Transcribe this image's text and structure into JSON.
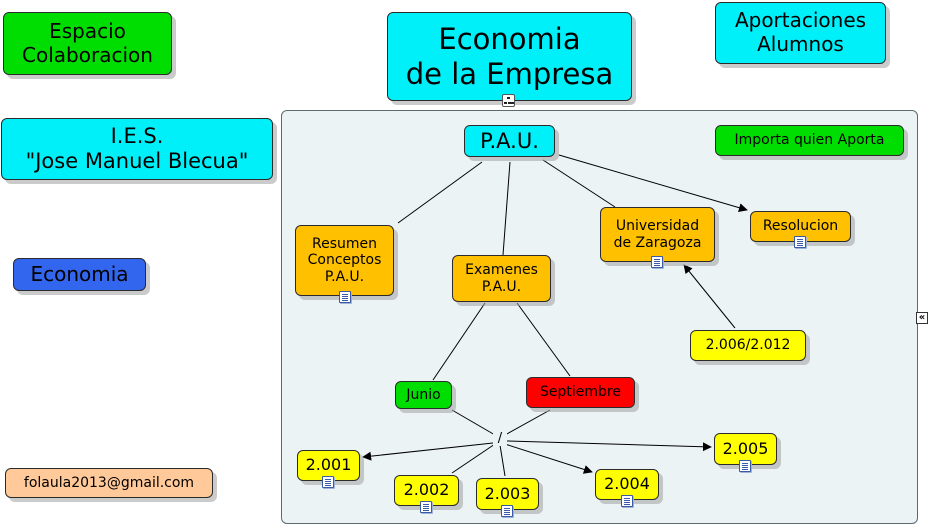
{
  "colors": {
    "cyan": "#00f0fa",
    "green": "#00dd00",
    "blue": "#3366ee",
    "orange": "#ffc000",
    "yellow": "#ffff00",
    "red": "#ff0000",
    "peach": "#ffc999",
    "panel": "#ecf3f5"
  },
  "nodes": {
    "espacio": "Espacio\nColaboracion",
    "title": "Economia\nde la Empresa",
    "aportaciones": "Aportaciones\nAlumnos",
    "ies": "I.E.S.\n\"Jose Manuel Blecua\"",
    "economia": "Economia",
    "email": "folaula2013@gmail.com",
    "pau": "P.A.U.",
    "importa": "Importa quien Aporta",
    "resumen": "Resumen\nConceptos\nP.A.U.",
    "examenes": "Examenes\nP.A.U.",
    "universidad": "Universidad\nde Zaragoza",
    "resolucion": "Resolucion",
    "y2006_2012": "2.006/2.012",
    "junio": "Junio",
    "septiembre": "Septiembre",
    "slash": "/",
    "y2001": "2.001",
    "y2002": "2.002",
    "y2003": "2.003",
    "y2004": "2.004",
    "y2005": "2.005"
  },
  "icons": {
    "title_map": "concept-map-icon",
    "documents": "document-icon",
    "collapse": "collapse-icon"
  },
  "collapse_glyph": "«"
}
